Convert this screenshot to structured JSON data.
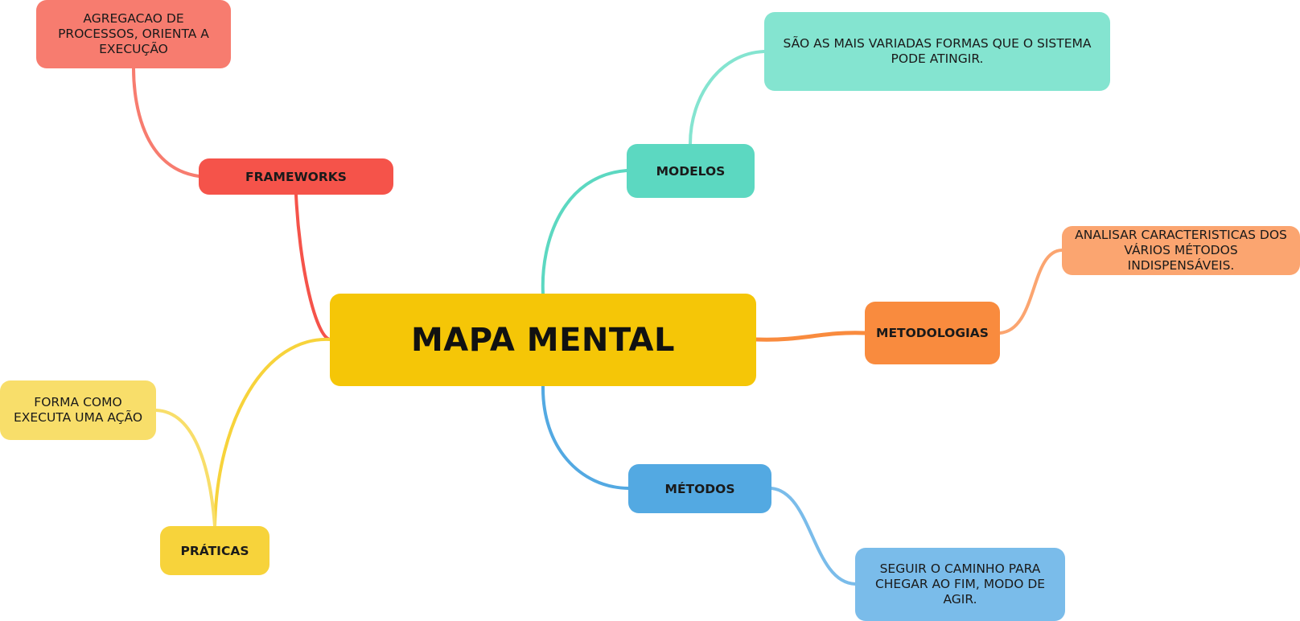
{
  "central": {
    "label": "MAPA MENTAL",
    "color": "#F5C607"
  },
  "branches": {
    "frameworks": {
      "label": "FRAMEWORKS",
      "color": "#F5534A",
      "leaf": "AGREGACAO DE\nPROCESSOS, ORIENTA A\nEXECUÇÃO",
      "leaf_color": "#F77C6F"
    },
    "modelos": {
      "label": "MODELOS",
      "color": "#5CD8C1",
      "leaf": "SÃO AS MAIS VARIADAS FORMAS QUE O SISTEMA\nPODE ATINGIR.",
      "leaf_color": "#84E4D0"
    },
    "metodologias": {
      "label": "METODOLOGIAS",
      "color": "#F98B3E",
      "leaf": "ANALISAR CARACTERISTICAS DOS\nVÁRIOS MÉTODOS INDISPENSÁVEIS.",
      "leaf_color": "#FBA570"
    },
    "metodos": {
      "label": "MÉTODOS",
      "color": "#53A9E2",
      "leaf": "SEGUIR O CAMINHO PARA\nCHEGAR AO FIM, MODO DE\nAGIR.",
      "leaf_color": "#7ABCEA"
    },
    "praticas": {
      "label": "PRÁTICAS",
      "color": "#F7D33B",
      "leaf": "FORMA COMO\nEXECUTA UMA AÇÃO",
      "leaf_color": "#F8DE6A"
    }
  }
}
